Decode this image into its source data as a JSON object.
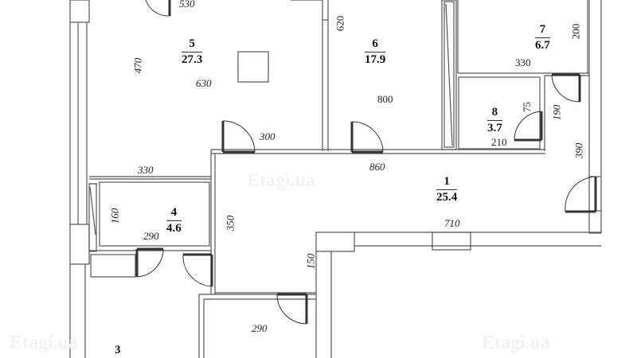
{
  "plan": {
    "type": "apartment floor plan",
    "background": "#ffffff",
    "line_color": "#444444",
    "rooms": [
      {
        "id": "1",
        "number": "1",
        "area": "25.4"
      },
      {
        "id": "3",
        "number": "3",
        "area": ""
      },
      {
        "id": "4",
        "number": "4",
        "area": "4.6"
      },
      {
        "id": "5",
        "number": "5",
        "area": "27.3"
      },
      {
        "id": "6",
        "number": "6",
        "area": "17.9"
      },
      {
        "id": "7",
        "number": "7",
        "area": "6.7"
      },
      {
        "id": "8",
        "number": "8",
        "area": "3.7"
      }
    ],
    "dimensions": {
      "d530": "530",
      "d470": "470",
      "d630": "630",
      "d300": "300",
      "d620": "620",
      "d800": "800",
      "d200": "200",
      "d330_top": "330",
      "d75": "75",
      "d190": "190",
      "d210": "210",
      "d390": "390",
      "d860": "860",
      "d330_left": "330",
      "d160": "160",
      "d290_r4": "290",
      "d350": "350",
      "d710": "710",
      "d150": "150",
      "d290_bottom": "290"
    },
    "watermarks": [
      "Etagi.ua",
      "Etagi.ua",
      "Etagi.ua"
    ]
  }
}
